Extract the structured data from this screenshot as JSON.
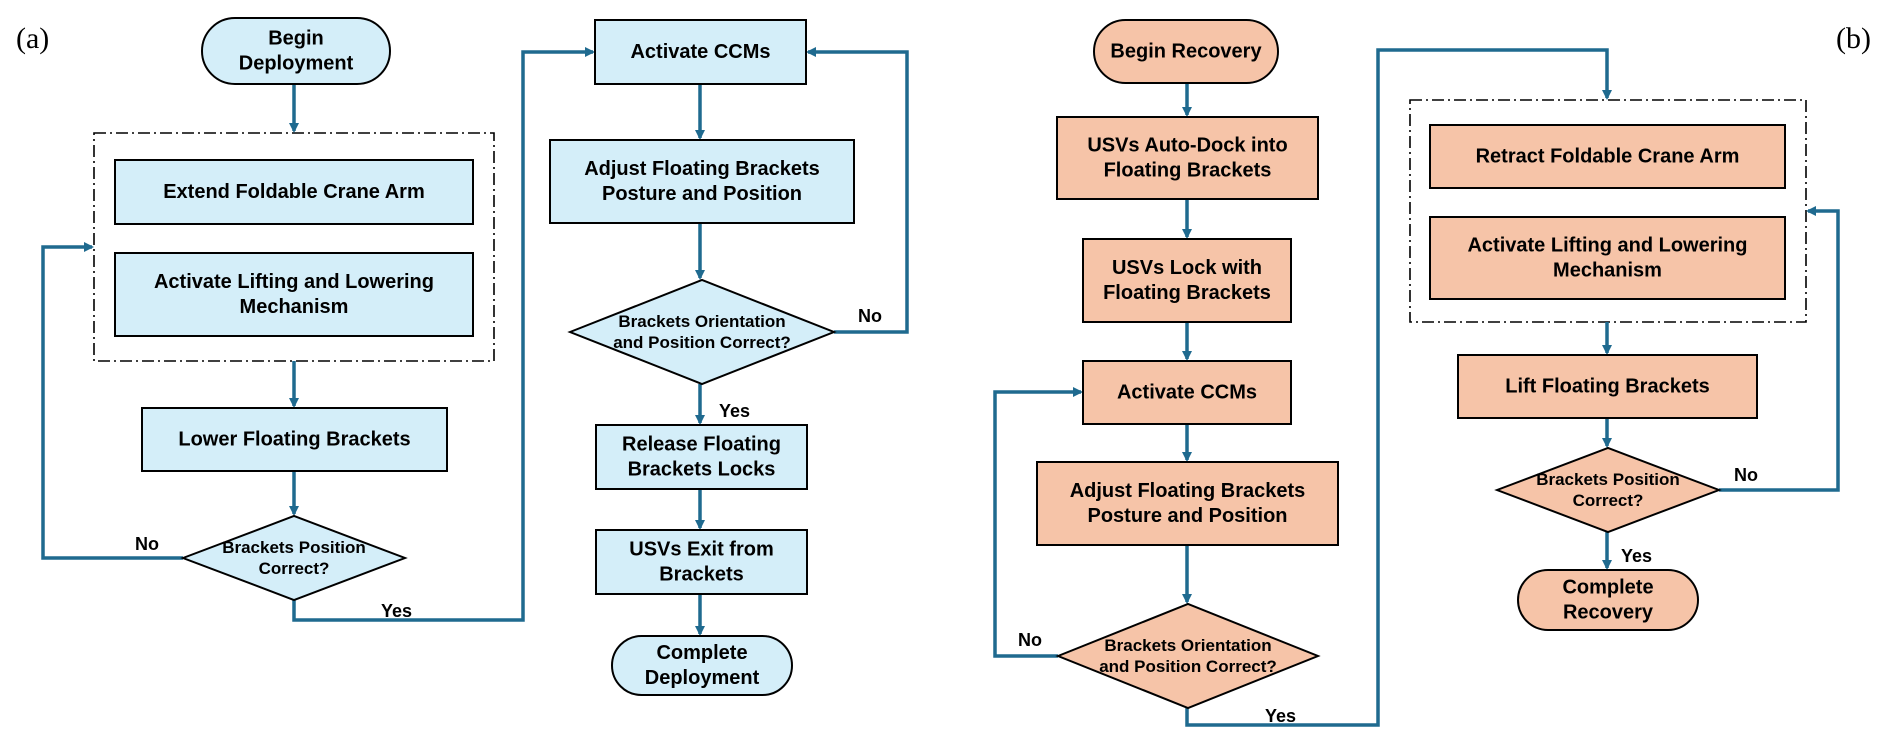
{
  "colors": {
    "deploy_fill": "#d4eef9",
    "recover_fill": "#f6c4a8",
    "arrow": "#1f6a8f",
    "stroke": "#000000"
  },
  "panels": {
    "a": "(a)",
    "b": "(b)"
  },
  "deployment": {
    "begin": [
      "Begin",
      "Deployment"
    ],
    "extend_arm": [
      "Extend Foldable Crane Arm"
    ],
    "activate_lift": [
      "Activate Lifting and Lowering",
      "Mechanism"
    ],
    "lower_brackets": [
      "Lower Floating Brackets"
    ],
    "check_position": [
      "Brackets Position",
      "Correct?"
    ],
    "activate_ccms": [
      "Activate CCMs"
    ],
    "adjust_posture": [
      "Adjust Floating Brackets",
      "Posture  and Position"
    ],
    "check_orientation": [
      "Brackets Orientation",
      "and Position Correct?"
    ],
    "release_locks": [
      "Release Floating",
      "Brackets Locks"
    ],
    "usvs_exit": [
      "USVs Exit from",
      "Brackets"
    ],
    "complete": [
      "Complete",
      "Deployment"
    ],
    "labels": {
      "no1": "No",
      "yes1": "Yes",
      "no2": "No",
      "yes2": "Yes"
    }
  },
  "recovery": {
    "begin": [
      "Begin Recovery"
    ],
    "auto_dock": [
      "USVs Auto-Dock into",
      "Floating Brackets"
    ],
    "lock": [
      "USVs Lock with",
      "Floating Brackets"
    ],
    "activate_ccms": [
      "Activate CCMs"
    ],
    "adjust_posture": [
      "Adjust Floating Brackets",
      "Posture and Position"
    ],
    "check_orientation": [
      "Brackets Orientation",
      "and Position Correct?"
    ],
    "retract_arm": [
      "Retract Foldable Crane Arm"
    ],
    "activate_lift": [
      "Activate Lifting and Lowering",
      "Mechanism"
    ],
    "lift_brackets": [
      "Lift Floating Brackets"
    ],
    "check_position": [
      "Brackets Position",
      "Correct?"
    ],
    "complete": [
      "Complete",
      "Recovery"
    ],
    "labels": {
      "no1": "No",
      "yes1": "Yes",
      "no2": "No",
      "yes2": "Yes"
    }
  }
}
